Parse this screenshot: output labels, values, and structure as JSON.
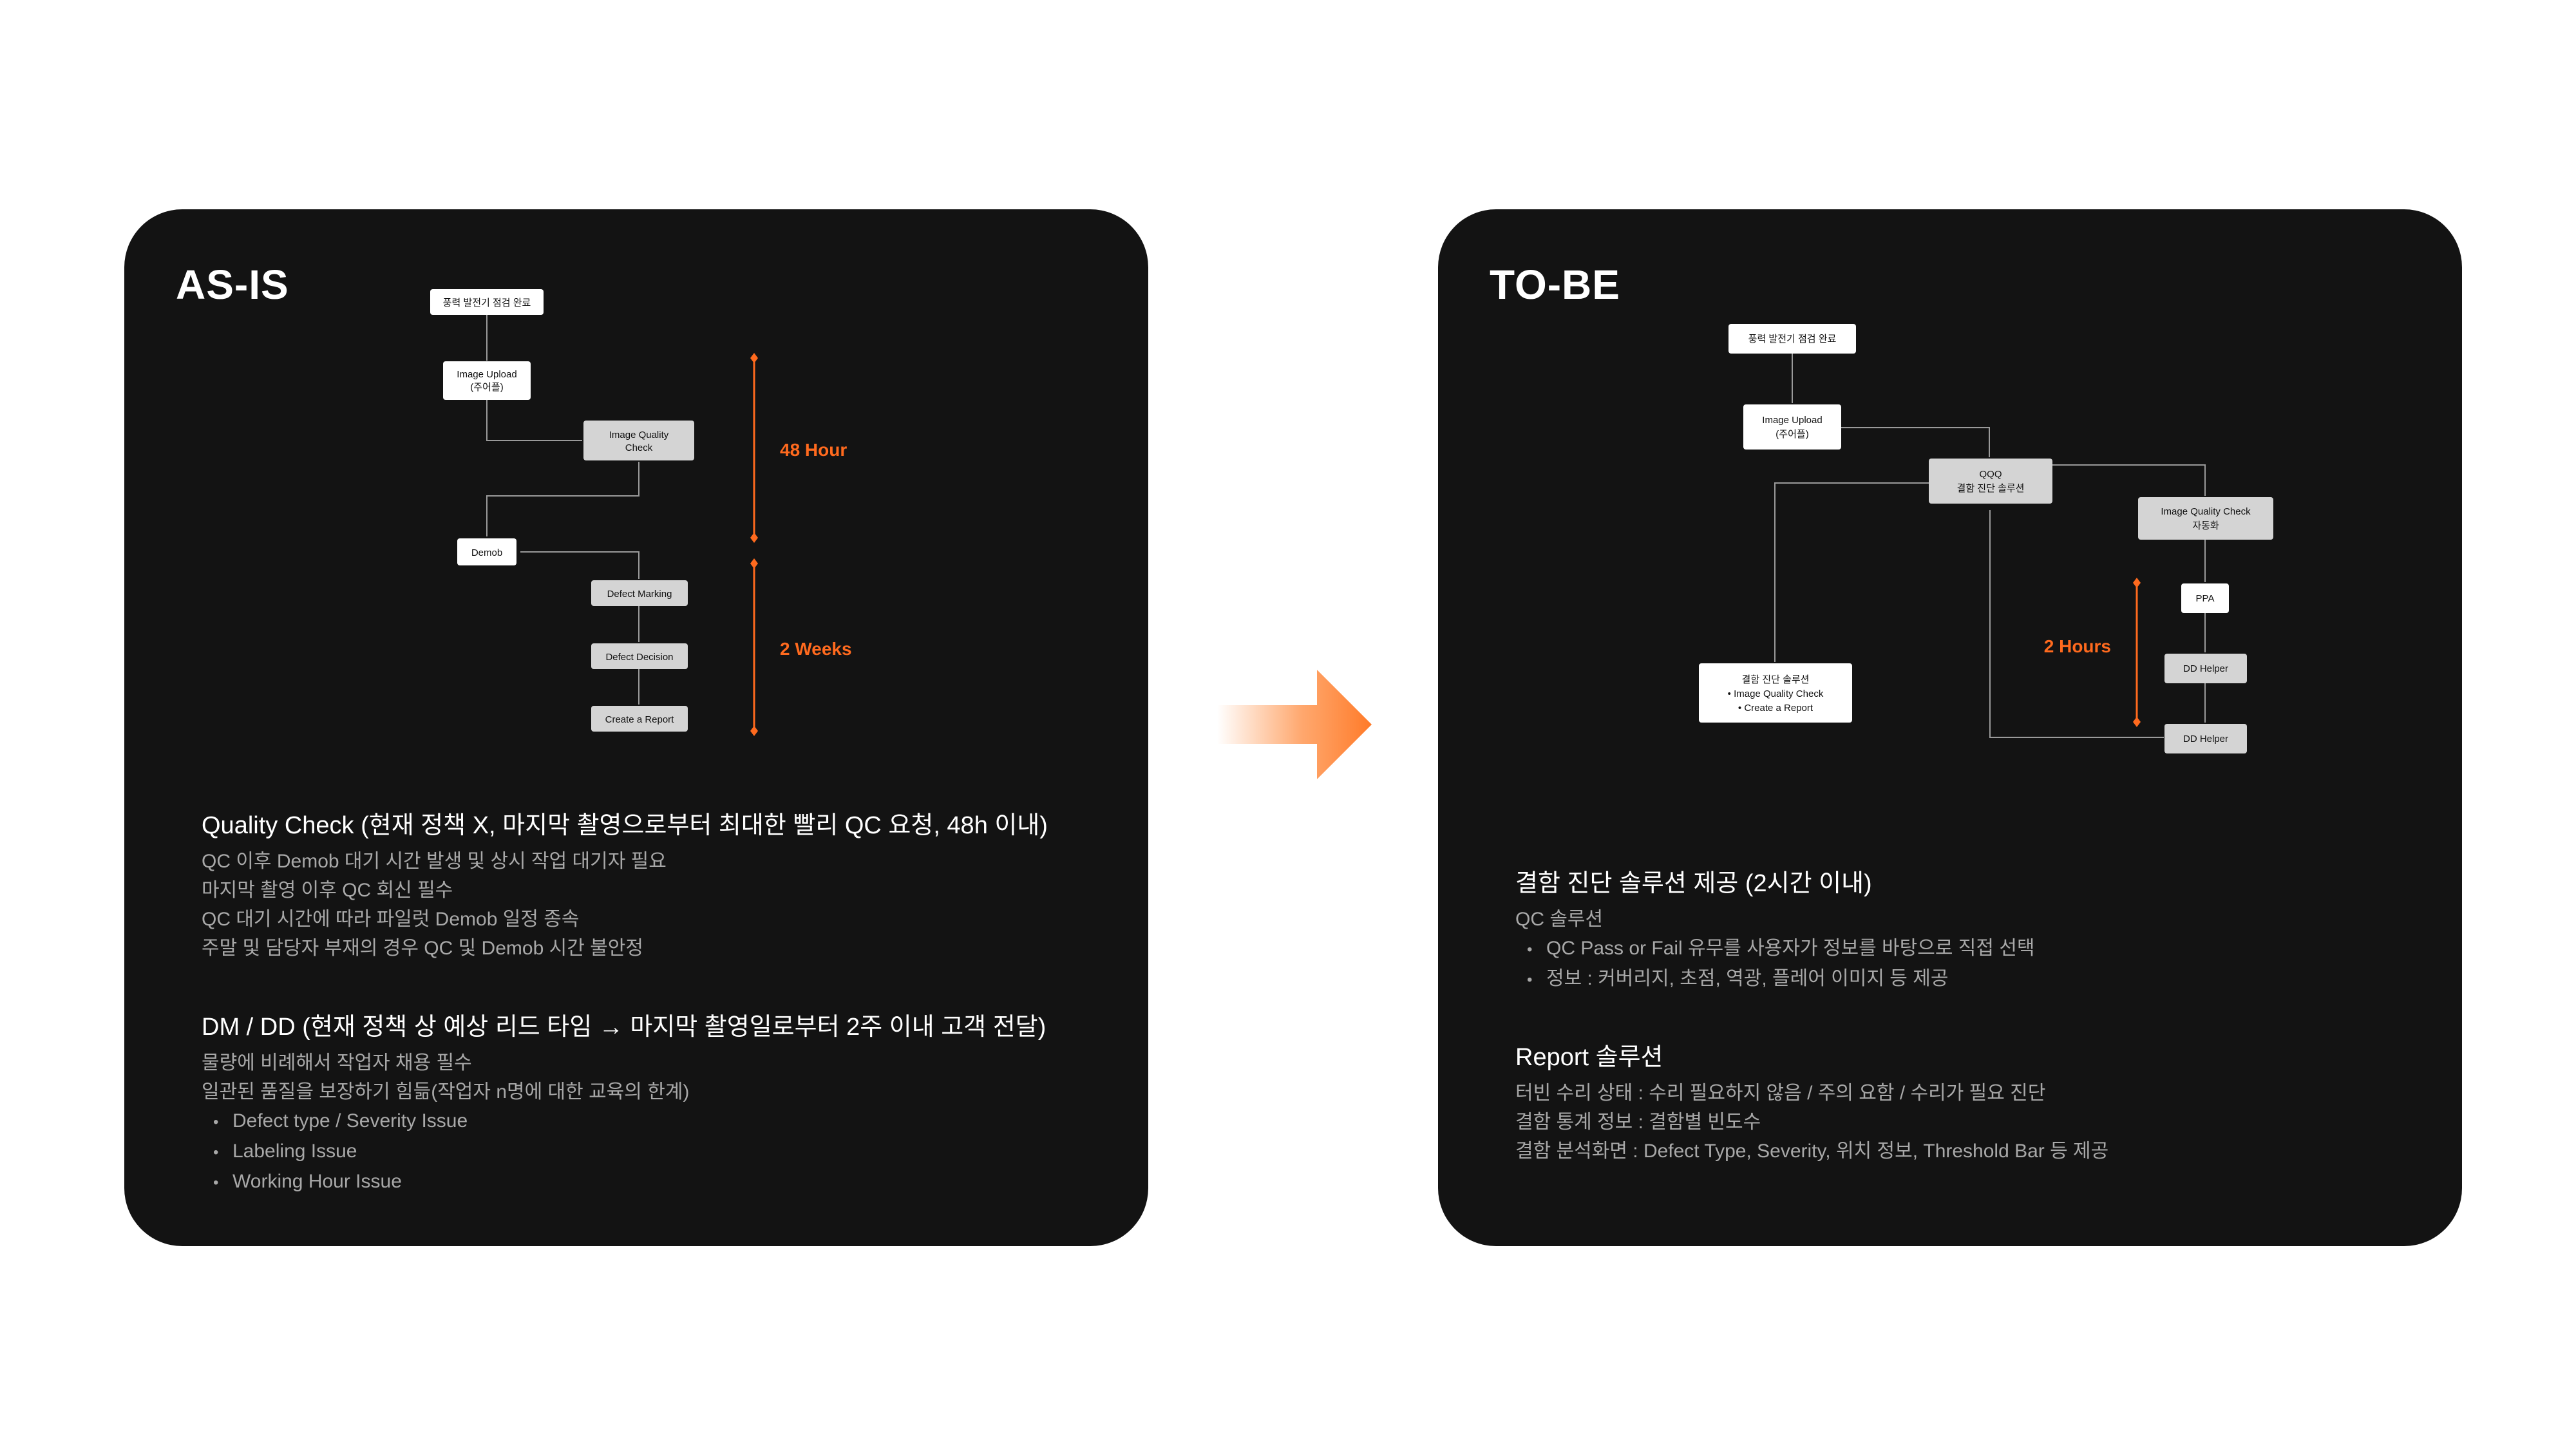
{
  "as_is": {
    "title": "AS-IS",
    "flow": {
      "nodes": {
        "inspection_done": "풍력 발전기 점검 완료",
        "image_upload": [
          "Image Upload",
          "(주어플)"
        ],
        "image_quality_check": [
          "Image Quality",
          "Check"
        ],
        "demob": "Demob",
        "defect_marking": "Defect Marking",
        "defect_decision": "Defect Decision",
        "create_report": "Create a Report"
      },
      "spans": [
        "48 Hour",
        "2 Weeks"
      ]
    },
    "sections": [
      {
        "heading": "Quality Check (현재 정책 X, 마지막 촬영으로부터 최대한 빨리 QC 요청, 48h 이내)",
        "lines": [
          "QC 이후 Demob 대기 시간 발생 및 상시 작업 대기자 필요",
          "마지막 촬영 이후 QC 회신 필수",
          "QC 대기 시간에 따라 파일럿 Demob 일정 종속",
          "주말 및 담당자 부재의 경우 QC 및 Demob 시간 불안정"
        ],
        "bullets": []
      },
      {
        "heading": "DM / DD (현재 정책 상 예상 리드 타임 → 마지막 촬영일로부터 2주 이내 고객 전달)",
        "lines": [
          "물량에 비례해서 작업자 채용 필수",
          "일관된 품질을 보장하기 힘듦(작업자 n명에 대한 교육의 한계)"
        ],
        "bullets": [
          "Defect type / Severity Issue",
          "Labeling Issue",
          "Working Hour Issue"
        ]
      }
    ]
  },
  "to_be": {
    "title": "TO-BE",
    "flow": {
      "nodes": {
        "inspection_done": "풍력 발전기 점검 완료",
        "image_upload": [
          "Image Upload",
          "(주어플)"
        ],
        "qqq": [
          "QQQ",
          "결함 진단 솔루션"
        ],
        "image_quality_check": [
          "Image Quality Check",
          "자동화"
        ],
        "ppa": "PPA",
        "dd_helper_1": "DD Helper",
        "dd_helper_2": "DD Helper",
        "diagnosis_solution": [
          "결함 진단 솔루션",
          "• Image Quality Check",
          "• Create a Report"
        ]
      },
      "spans": [
        "2 Hours"
      ]
    },
    "sections": [
      {
        "heading": "결함 진단 솔루션 제공 (2시간 이내)",
        "lines": [
          "QC 솔루션"
        ],
        "bullets": [
          "QC Pass or Fail 유무를 사용자가 정보를 바탕으로 직접 선택",
          "정보 : 커버리지, 초점, 역광, 플레어 이미지 등 제공"
        ]
      },
      {
        "heading": "Report 솔루션",
        "lines": [
          "터빈 수리 상태 : 수리 필요하지 않음 / 주의 요함 / 수리가 필요 진단",
          "결함 통계 정보 : 결함별 빈도수",
          "결함 분석화면 : Defect Type, Severity, 위치 정보, Threshold Bar 등 제공"
        ],
        "bullets": []
      }
    ]
  },
  "colors": {
    "panel": "#131313",
    "accent": "#ff6a1e",
    "node_white": "#ffffff",
    "node_grey": "#d4d4d4",
    "body_text": "#a8a8a8"
  },
  "icons": {
    "transition": "arrow-right-icon"
  }
}
